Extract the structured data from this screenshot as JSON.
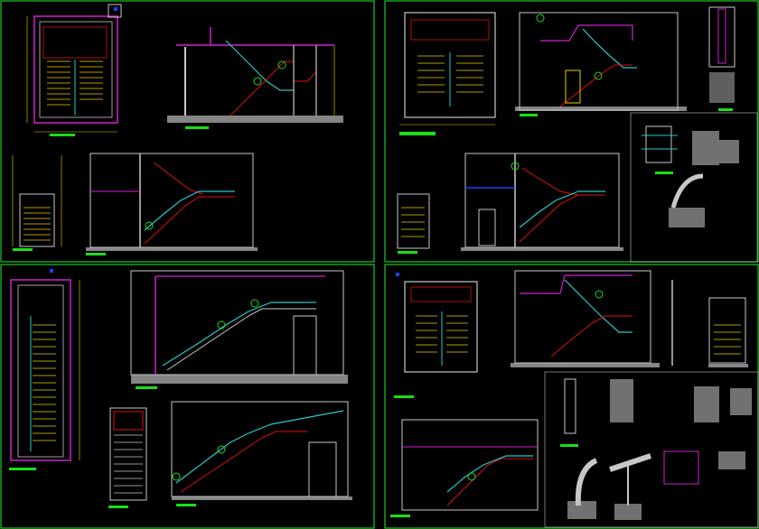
{
  "drawing": {
    "background": "#000000",
    "colors": {
      "frame": "#22c822",
      "wall": "#c8c8c8",
      "stair": "#e01010",
      "rail": "#28c8c8",
      "slab": "#d020d0",
      "dim": "#e8d000",
      "tag": "#18e018",
      "accent": "#2040ff",
      "ground": "#bdbdbd",
      "text": "#f0e000"
    },
    "panels": [
      {
        "id": "panel-top-left",
        "type": "stair-detail-sheet"
      },
      {
        "id": "panel-top-right",
        "type": "stair-detail-sheet"
      },
      {
        "id": "panel-bottom-left",
        "type": "stair-detail-sheet"
      },
      {
        "id": "panel-bottom-right",
        "type": "stair-detail-sheet"
      }
    ]
  }
}
